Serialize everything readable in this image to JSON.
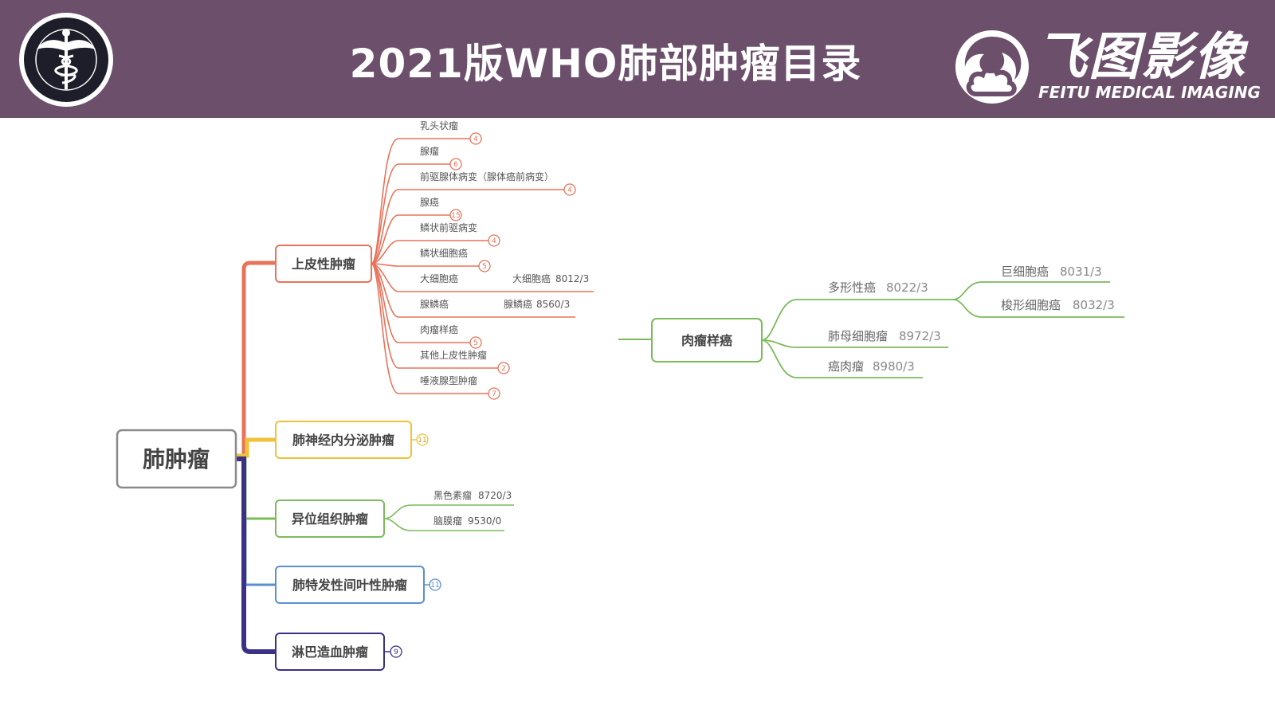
{
  "title": "2021版WHO肺部肿瘤目录",
  "brand": {
    "name_cn": "飞图影像",
    "name_en": "FEITU MEDICAL IMAGING",
    "mark_icon": "cloud-swirl-icon"
  },
  "left_logo": {
    "icon": "caduceus-icon"
  },
  "mindmap": {
    "root": "肺肿瘤",
    "categories": [
      {
        "label": "上皮性肿瘤",
        "color": "#e8735a",
        "children": [
          {
            "label": "乳头状瘤",
            "count": "4"
          },
          {
            "label": "腺瘤",
            "count": "6"
          },
          {
            "label": "前驱腺体病变（腺体癌前病变）",
            "count": "4"
          },
          {
            "label": "腺癌",
            "count": "15"
          },
          {
            "label": "鳞状前驱病变",
            "count": "4"
          },
          {
            "label": "鳞状细胞癌",
            "count": "5"
          },
          {
            "label": "大细胞癌",
            "sub": "大细胞癌",
            "code": "8012/3"
          },
          {
            "label": "腺鳞癌",
            "sub": "腺鳞癌",
            "code": "8560/3"
          },
          {
            "label": "肉瘤样癌",
            "count": "5"
          },
          {
            "label": "其他上皮性肿瘤",
            "count": "2"
          },
          {
            "label": "唾液腺型肿瘤",
            "count": "7"
          }
        ]
      },
      {
        "label": "肺神经内分泌肿瘤",
        "color": "#f0c23a",
        "count": "11"
      },
      {
        "label": "异位组织肿瘤",
        "color": "#7cba5e",
        "children": [
          {
            "label": "黑色素瘤",
            "code": "8720/3"
          },
          {
            "label": "脑膜瘤",
            "code": "9530/0"
          }
        ]
      },
      {
        "label": "肺特发性间叶性肿瘤",
        "color": "#5b8fd0",
        "count": "11"
      },
      {
        "label": "淋巴造血肿瘤",
        "color": "#3b2f86",
        "count": "9"
      }
    ]
  },
  "detail": {
    "root": "肉瘤样癌",
    "color": "#7cba5e",
    "children": [
      {
        "label": "多形性癌",
        "code": "8022/3",
        "children": [
          {
            "label": "巨细胞癌",
            "code": "8031/3"
          },
          {
            "label": "梭形细胞癌",
            "code": "8032/3"
          }
        ]
      },
      {
        "label": "肺母细胞瘤",
        "code": "8972/3"
      },
      {
        "label": "癌肉瘤",
        "code": "8980/3"
      }
    ]
  }
}
